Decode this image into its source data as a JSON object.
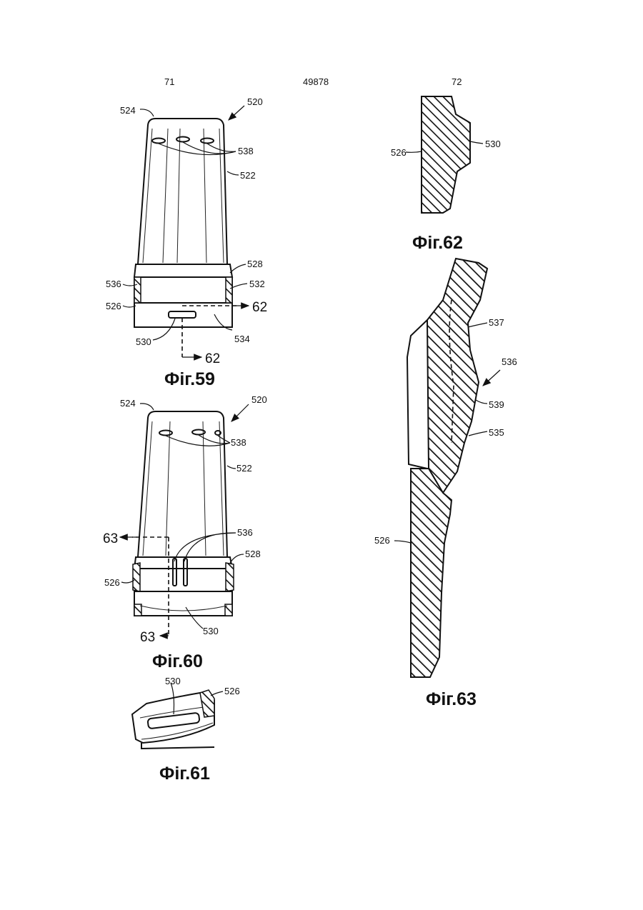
{
  "header": {
    "page_left": "71",
    "doc_number": "49878",
    "page_right": "72"
  },
  "figures": {
    "fig59": {
      "caption": "Фіг.59",
      "labels": {
        "l520": "520",
        "l524": "524",
        "l538": "538",
        "l522": "522",
        "l528": "528",
        "l536": "536",
        "l532": "532",
        "l526": "526",
        "l534": "534",
        "l530": "530"
      },
      "section_mark": "62",
      "section_mark2": "62"
    },
    "fig60": {
      "caption": "Фіг.60",
      "labels": {
        "l524": "524",
        "l520": "520",
        "l538": "538",
        "l522": "522",
        "l536": "536",
        "l528": "528",
        "l526": "526",
        "l530": "530"
      },
      "section_mark": "63",
      "section_mark2": "63"
    },
    "fig61": {
      "caption": "Фіг.61",
      "labels": {
        "l530": "530",
        "l526": "526"
      }
    },
    "fig62": {
      "caption": "Фіг.62",
      "labels": {
        "l526": "526",
        "l530": "530"
      }
    },
    "fig63": {
      "caption": "Фіг.63",
      "labels": {
        "l537": "537",
        "l536": "536",
        "l539": "539",
        "l535": "535",
        "l526": "526"
      }
    }
  }
}
